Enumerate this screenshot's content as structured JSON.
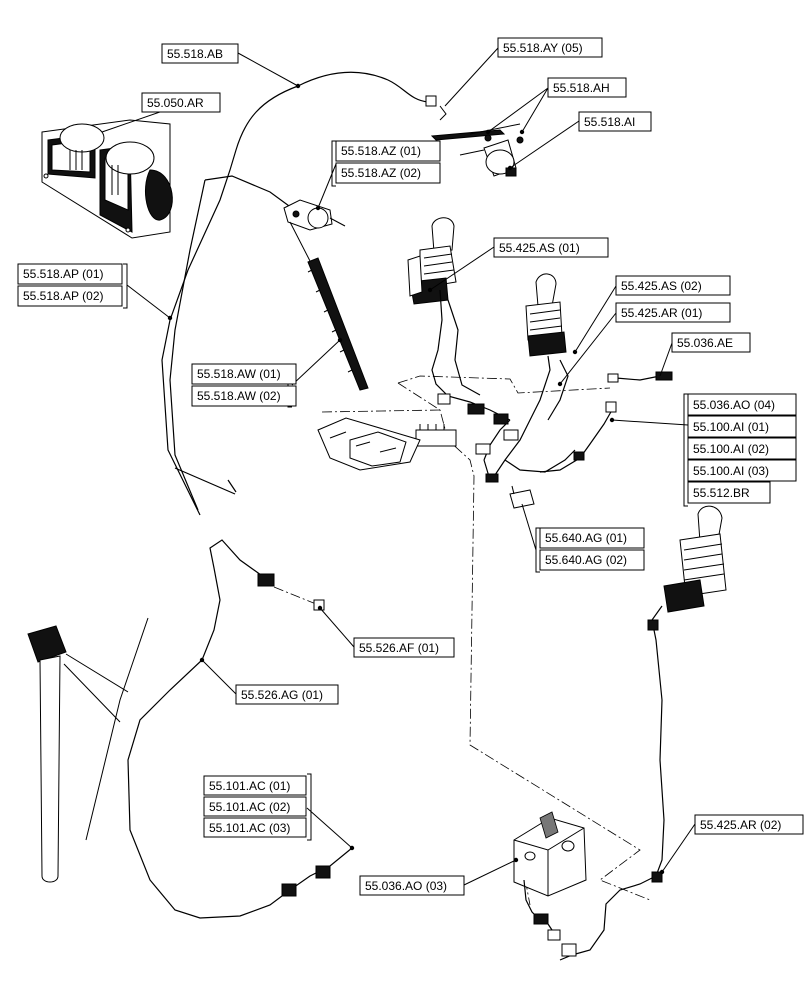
{
  "callouts": {
    "ab": "55.518.AB",
    "ay05": "55.518.AY (05)",
    "ah": "55.518.AH",
    "ar_050": "55.050.AR",
    "ai": "55.518.AI",
    "az01": "55.518.AZ (01)",
    "az02": "55.518.AZ (02)",
    "as01": "55.425.AS (01)",
    "ap01": "55.518.AP (01)",
    "ap02": "55.518.AP (02)",
    "as02": "55.425.AS (02)",
    "ar01": "55.425.AR (01)",
    "ae": "55.036.AE",
    "aw01": "55.518.AW (01)",
    "aw02": "55.518.AW (02)",
    "ao04": "55.036.AO (04)",
    "ai01": "55.100.AI (01)",
    "ai02": "55.100.AI (02)",
    "ai03": "55.100.AI (03)",
    "br": "55.512.BR",
    "ag01": "55.640.AG (01)",
    "ag02": "55.640.AG (02)",
    "af01": "55.526.AF (01)",
    "ag_526": "55.526.AG (01)",
    "ac01": "55.101.AC (01)",
    "ac02": "55.101.AC (02)",
    "ac03": "55.101.AC (03)",
    "ar02": "55.425.AR (02)",
    "ao03": "55.036.AO (03)"
  }
}
